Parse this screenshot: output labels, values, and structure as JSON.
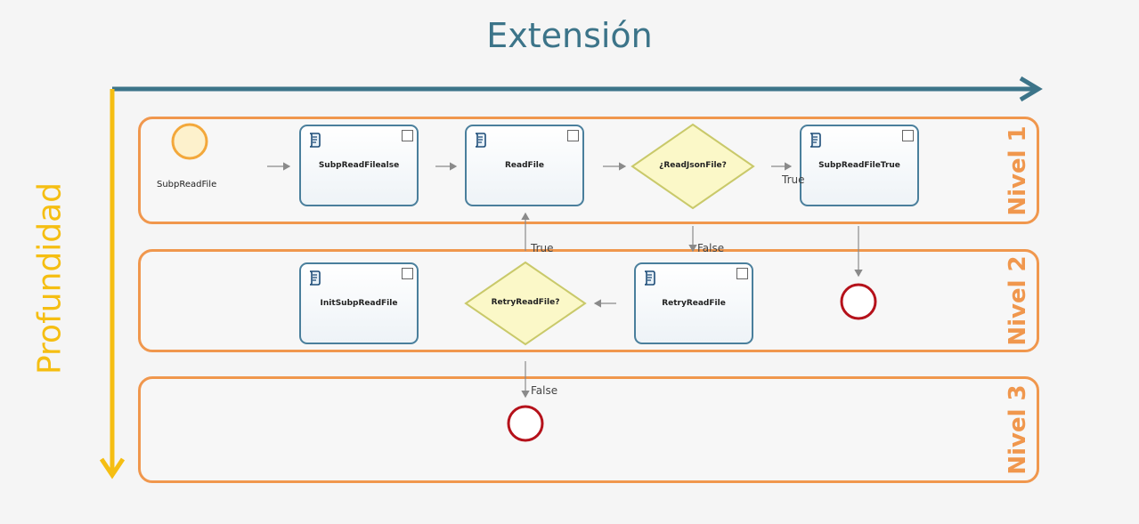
{
  "axes": {
    "horizontal_label": "Extensión",
    "vertical_label": "Profundidad",
    "horizontal_color": "#3c7489",
    "vertical_color": "#f5be12"
  },
  "lanes": [
    {
      "label": "Nivel 1"
    },
    {
      "label": "Nivel 2"
    },
    {
      "label": "Nivel 3"
    }
  ],
  "events": {
    "start": {
      "label": "SubpReadFile"
    }
  },
  "tasks": {
    "subp_read_file_false": "SubpReadFilealse",
    "read_file": "ReadFile",
    "subp_read_file_true": "SubpReadFileTrue",
    "init_subp_read_file": "InitSubpReadFile",
    "retry_read_file": "RetryReadFile"
  },
  "gateways": {
    "read_json_file": "¿ReadJsonFile?",
    "retry_read_file": "RetryReadFile?"
  },
  "flow_labels": {
    "true_1": "True",
    "true_2": "True",
    "false_1": "False",
    "false_2": "False"
  },
  "colors": {
    "lane_border": "#f0974d",
    "task_border": "#4a7f9c",
    "gateway_fill": "#fbf8c8",
    "gateway_border": "#c9c96a",
    "end_event": "#b5121b",
    "start_event": "#f3a83b"
  }
}
